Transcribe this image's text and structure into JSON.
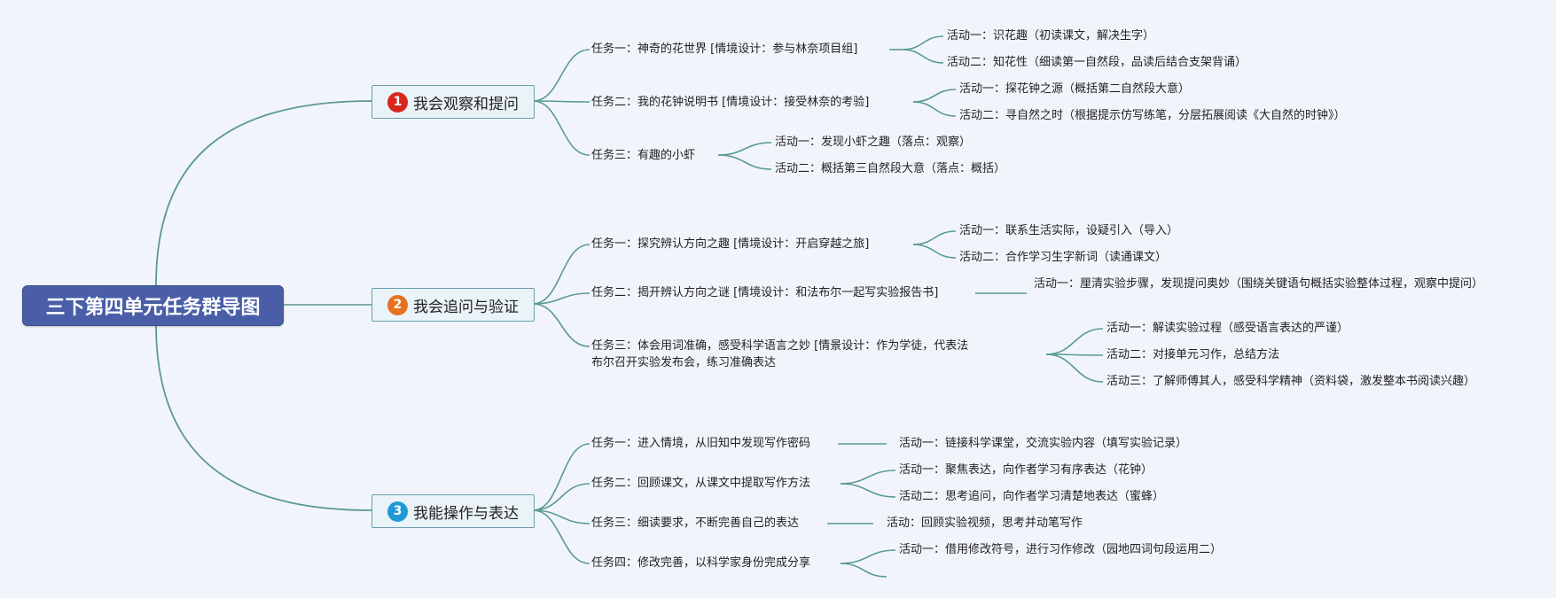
{
  "root": {
    "label": "三下第四单元任务群导图"
  },
  "colors": {
    "line": "#5b9a8d",
    "badges": [
      "#d9261c",
      "#e8711d",
      "#1f9ad6"
    ]
  },
  "branches": [
    {
      "num": "1",
      "label": "我会观察和提问",
      "tasks": [
        {
          "label": "任务一：神奇的花世界 [情境设计：参与林奈项目组]",
          "activities": [
            "活动一：识花趣（初读课文，解决生字）",
            "活动二：知花性（细读第一自然段，品读后结合支架背诵）"
          ]
        },
        {
          "label": "任务二：我的花钟说明书 [情境设计：接受林奈的考验]",
          "activities": [
            "活动一：探花钟之源（概括第二自然段大意）",
            "活动二：寻自然之时（根据提示仿写练笔，分层拓展阅读《大自然的时钟》）"
          ]
        },
        {
          "label": "任务三：有趣的小虾",
          "activities": [
            "活动一：发现小虾之趣（落点：观察）",
            "活动二：概括第三自然段大意（落点：概括）"
          ]
        }
      ]
    },
    {
      "num": "2",
      "label": "我会追问与验证",
      "tasks": [
        {
          "label": "任务一：探究辨认方向之趣 [情境设计：开启穿越之旅]",
          "activities": [
            "活动一：联系生活实际，设疑引入（导入）",
            "活动二：合作学习生字新词（读通课文）"
          ]
        },
        {
          "label": "任务二：揭开辨认方向之谜 [情境设计：和法布尔一起写实验报告书]",
          "activities": [
            "活动一：厘清实验步骤，发现提问奥妙（围绕关键语句概括实验整体过程，观察中提问）"
          ]
        },
        {
          "label": "任务三：体会用词准确，感受科学语言之妙 [情景设计：作为学徒，代表法布尔召开实验发布会，练习准确表达",
          "activities": [
            "活动一：解读实验过程（感受语言表达的严谨）",
            "活动二：对接单元习作，总结方法",
            "活动三：了解师傅其人，感受科学精神（资料袋，激发整本书阅读兴趣）"
          ]
        }
      ]
    },
    {
      "num": "3",
      "label": "我能操作与表达",
      "tasks": [
        {
          "label": "任务一：进入情境，从旧知中发现写作密码",
          "activities": [
            "活动一：链接科学课堂，交流实验内容（填写实验记录）"
          ]
        },
        {
          "label": "任务二：回顾课文，从课文中提取写作方法",
          "activities": [
            "活动一：聚焦表达，向作者学习有序表达（花钟）",
            "活动二：思考追问，向作者学习清楚地表达（蜜蜂）"
          ]
        },
        {
          "label": "任务三：细读要求，不断完善自己的表达",
          "activities": [
            "活动：回顾实验视频，思考并动笔写作"
          ]
        },
        {
          "label": "任务四：修改完善，以科学家身份完成分享",
          "activities": [
            "活动一：借用修改符号，进行习作修改（园地四词句段运用二）"
          ]
        }
      ]
    }
  ]
}
